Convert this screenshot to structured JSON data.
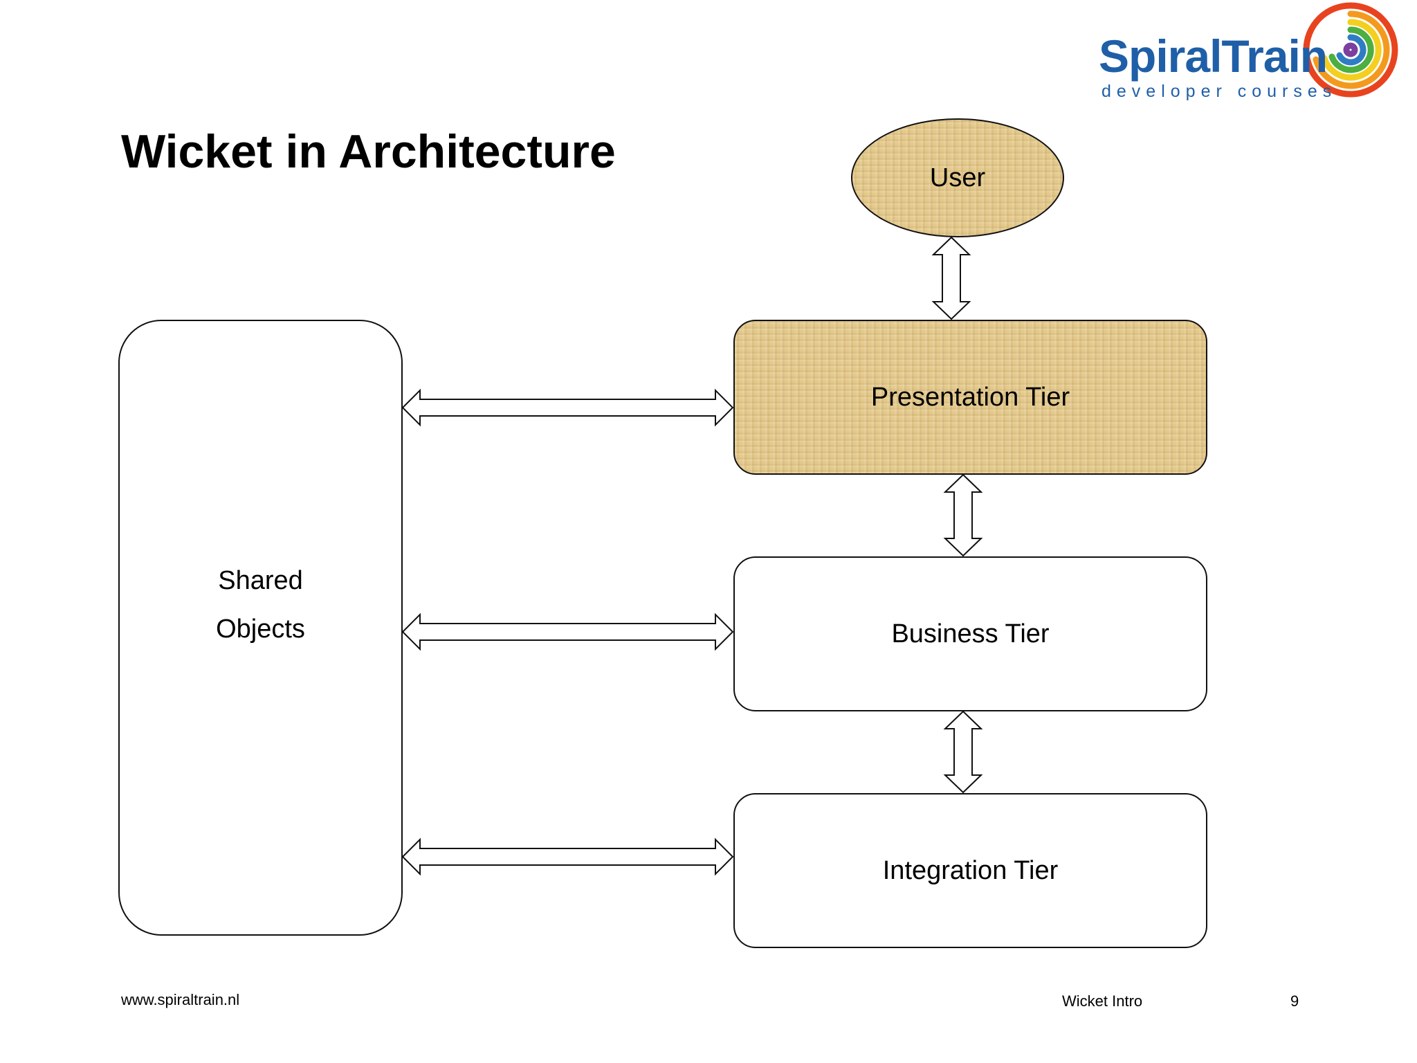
{
  "slide": {
    "title": "Wicket in Architecture",
    "logo": {
      "name": "SpiralTrain",
      "tagline": "developer courses"
    }
  },
  "diagram": {
    "nodes": {
      "user": "User",
      "presentation": "Presentation Tier",
      "business": "Business Tier",
      "integration": "Integration Tier",
      "shared_line1": "Shared",
      "shared_line2": "Objects"
    },
    "connections": [
      {
        "from": "User",
        "to": "Presentation Tier",
        "type": "bidirectional"
      },
      {
        "from": "Presentation Tier",
        "to": "Business Tier",
        "type": "bidirectional"
      },
      {
        "from": "Business Tier",
        "to": "Integration Tier",
        "type": "bidirectional"
      },
      {
        "from": "Shared Objects",
        "to": "Presentation Tier",
        "type": "bidirectional"
      },
      {
        "from": "Shared Objects",
        "to": "Business Tier",
        "type": "bidirectional"
      },
      {
        "from": "Shared Objects",
        "to": "Integration Tier",
        "type": "bidirectional"
      }
    ],
    "colors": {
      "highlight_fill": "#e4c98b",
      "stroke": "#111111"
    }
  },
  "footer": {
    "url": "www.spiraltrain.nl",
    "deck": "Wicket Intro",
    "page": "9"
  }
}
